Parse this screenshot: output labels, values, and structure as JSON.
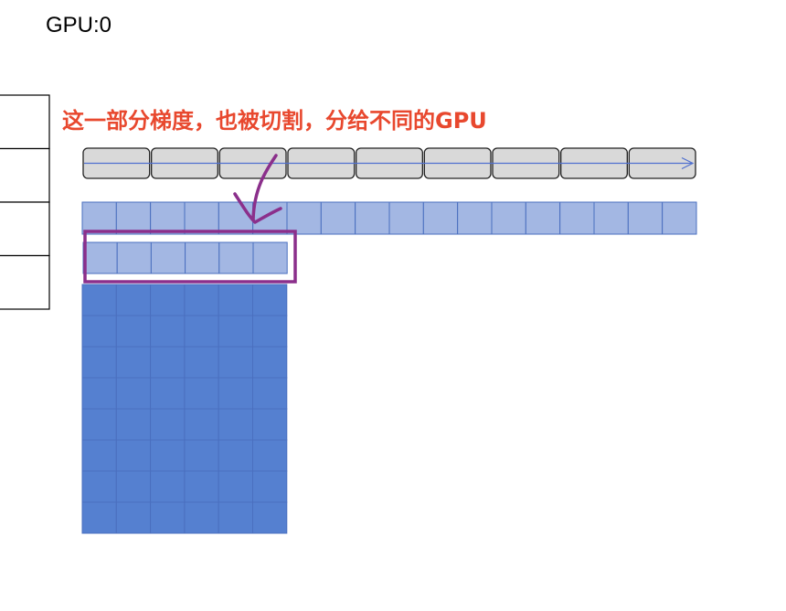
{
  "header": {
    "gpu_label": "GPU:0"
  },
  "annotation": {
    "text": "这一部分梯度，也被切割，分给不同的GPU",
    "color": "#e8482e"
  },
  "diagram": {
    "left_stack_rows": 4,
    "gray_bar_segments": 9,
    "light_blue_row_cells": 18,
    "highlighted_row_cells": 6,
    "dark_blue_grid": {
      "rows": 8,
      "cols": 6
    },
    "colors": {
      "gray_fill": "#d9d9d9",
      "light_blue": "#a3b7e3",
      "dark_blue": "#5580d0",
      "blue_border": "#4a6fbf",
      "highlight": "#8b2f8b",
      "arrow_line": "#4f6fcf"
    }
  }
}
